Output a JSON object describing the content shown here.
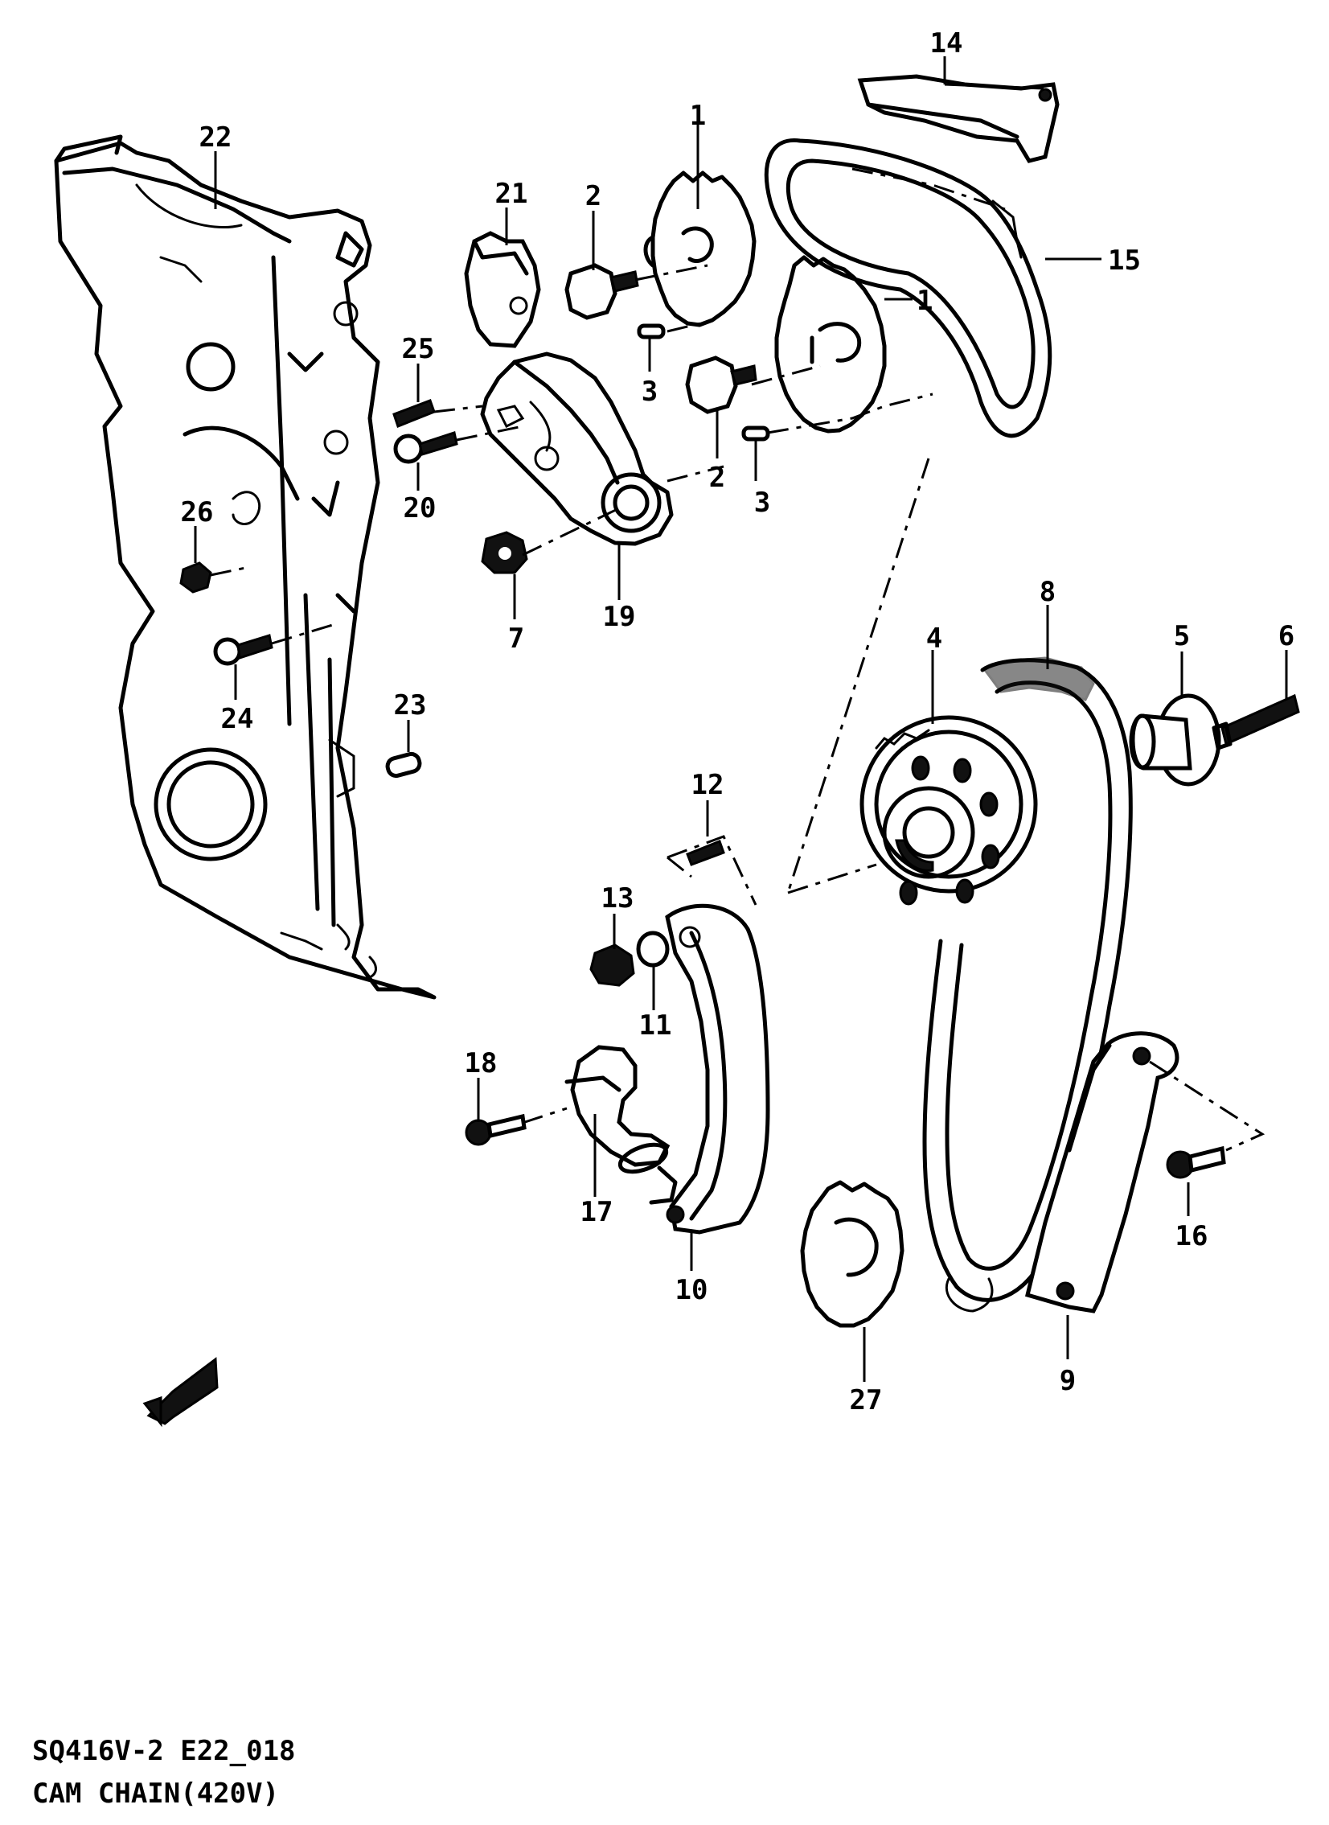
{
  "caption": {
    "code": "SQ416V-2 E22_018",
    "title": "CAM CHAIN(420V)"
  },
  "callouts": [
    "1",
    "1",
    "2",
    "2",
    "3",
    "3",
    "4",
    "5",
    "6",
    "7",
    "8",
    "9",
    "10",
    "11",
    "12",
    "13",
    "14",
    "15",
    "16",
    "17",
    "18",
    "19",
    "20",
    "21",
    "22",
    "23",
    "24",
    "25",
    "26",
    "27"
  ],
  "icons": {
    "direction_arrow": "front-direction-arrow-icon"
  }
}
